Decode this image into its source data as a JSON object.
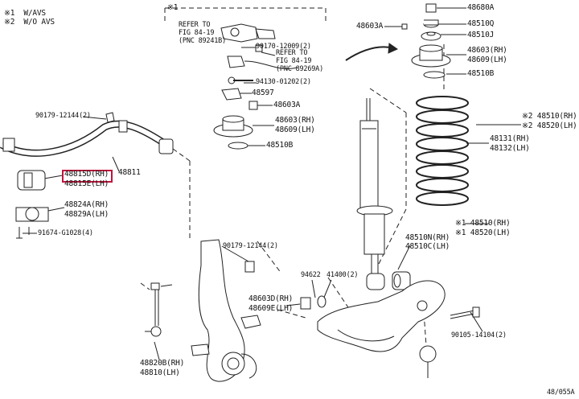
{
  "notes": {
    "n1": "※1  W/AVS",
    "n2": "※2  W/O AVS",
    "n1_marker": "※1"
  },
  "refer_a": [
    "REFER TO",
    "FIG 84-19",
    "(PNC 89241B)"
  ],
  "refer_b": [
    "REFER TO",
    "FIG 84-19",
    "(PNC 89269A)"
  ],
  "parts": {
    "p90170": "90170-12009(2)",
    "p94130": "94130-01202(2)",
    "p48597": "48597",
    "p48603A_mid": "48603A",
    "p48603_mid": "48603(RH)",
    "p48609_mid": "48609(LH)",
    "p48510B_mid": "48510B",
    "p48680A": "48680A",
    "p48510Q": "48510Q",
    "p48510J": "48510J",
    "p48603A_r": "48603A",
    "p48603_r": "48603(RH)",
    "p48609_r": "48609(LH)",
    "p48510B_r": "48510B",
    "p48510_top": "※2 48510(RH)",
    "p48520_top": "※2 48520(LH)",
    "p48131": "48131(RH)",
    "p48132": "48132(LH)",
    "p48510_bot": "※1 48510(RH)",
    "p48520_bot": "※1 48520(LH)",
    "p48510N": "48510N(RH)",
    "p48510C": "48510C(LH)",
    "p94622": "94622",
    "p41400": "41400(2)",
    "p48603D": "48603D(RH)",
    "p48609E": "48609E(LH)",
    "p90105": "90105-14104(2)",
    "p90179_l": "90179-12144(2)",
    "p48811": "48811",
    "p48815D": "48815D(RH)",
    "p48815E": "48815E(LH)",
    "p48824A": "48824A(RH)",
    "p48829A": "48829A(LH)",
    "p91674": "91674-G1028(4)",
    "p90179_c": "90179-12144(2)",
    "p48820B": "48820B(RH)",
    "p48810": "48810(LH)"
  },
  "figure_code": "48/055A",
  "highlight_color": "#c0143c"
}
